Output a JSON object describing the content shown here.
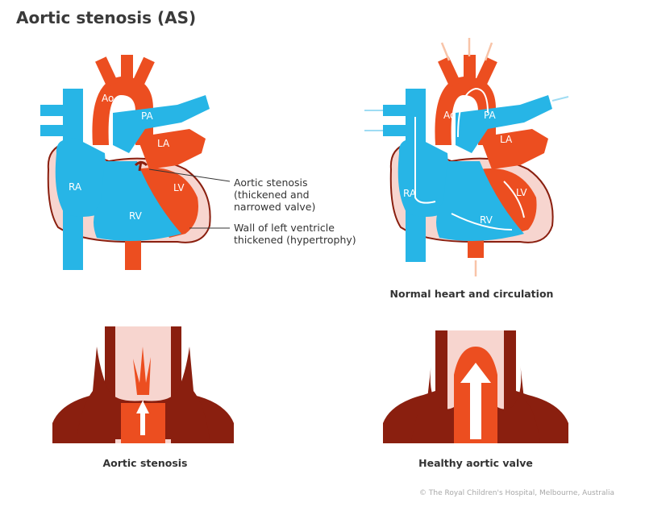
{
  "title": "Aortic stenosis (AS)",
  "heart_labels": {
    "ao": "Ao",
    "pa": "PA",
    "la": "LA",
    "lv": "LV",
    "ra": "RA",
    "rv": "RV"
  },
  "annotations": {
    "stenosis_line1": "Aortic stenosis",
    "stenosis_line2": "(thickened and",
    "stenosis_line3": "narrowed valve)",
    "wall_line1": "Wall of left ventricle",
    "wall_line2": "thickened (hypertrophy)"
  },
  "captions": {
    "normal_heart": "Normal heart and circulation",
    "aortic_stenosis": "Aortic stenosis",
    "healthy_valve": "Healthy aortic valve"
  },
  "credit": "© The Royal Children's Hospital, Melbourne, Australia",
  "colors": {
    "blue": "#27b5e6",
    "red": "#ec4e20",
    "dark_red": "#8a1f0f",
    "pink": "#f7d5cf",
    "pale_blue": "#cfeefa"
  }
}
